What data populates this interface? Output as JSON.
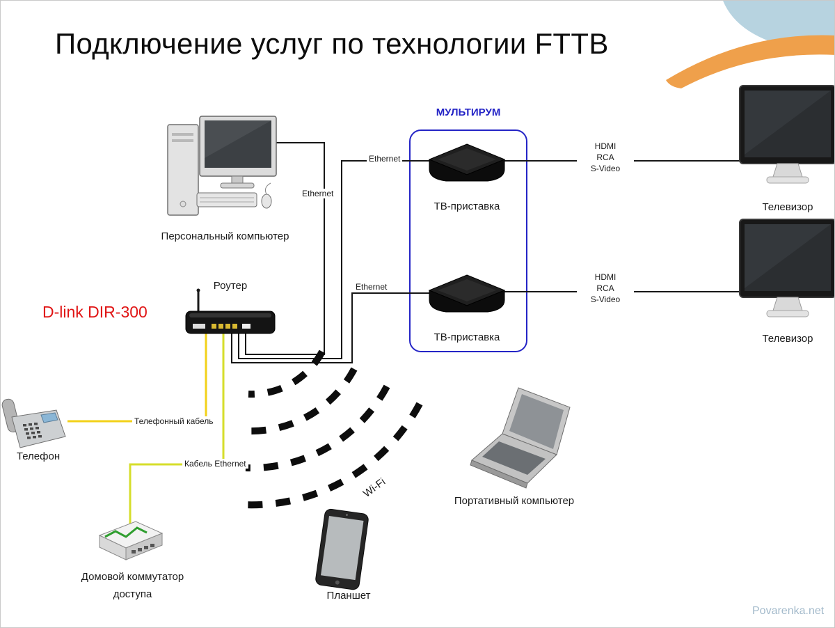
{
  "slide": {
    "title": "Подключение услуг по технологии FTTB",
    "watermark": "Povarenka.net"
  },
  "multiroom": {
    "label": "МУЛЬТИРУМ"
  },
  "devices": {
    "pc": "Персональный компьютер",
    "router": "Роутер",
    "router_model": "D-link DIR-300",
    "stb": "ТВ-приставка",
    "tv": "Телевизор",
    "phone": "Телефон",
    "switch_line1": "Домовой коммутатор",
    "switch_line2": "доступа",
    "tablet": "Планшет",
    "laptop": "Портативный компьютер"
  },
  "links": {
    "ethernet": "Ethernet",
    "phone_cable": "Телефонный кабель",
    "ethernet_cable": "Кабель Ethernet",
    "wifi": "Wi-Fi",
    "hdmi": "HDMI",
    "rca": "RCA",
    "svideo": "S-Video"
  },
  "colors": {
    "multiroom_border": "#2424c6",
    "multiroom_text": "#2424c6",
    "model_red": "#e01414",
    "phone_cable": "#f2d119",
    "ethernet_cable": "#d6de2b",
    "watermark": "#a3bacb",
    "diagram_line": "#161616"
  }
}
